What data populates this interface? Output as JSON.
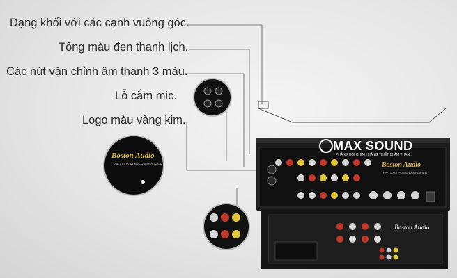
{
  "features": [
    {
      "label": "Dạng khối với các cạnh vuông góc."
    },
    {
      "label": "Tông màu đen thanh lịch."
    },
    {
      "label": "Các nút vặn chỉnh âm thanh 3 màu."
    },
    {
      "label": "Lỗ cắm mic."
    },
    {
      "label": "Logo màu vàng kim."
    }
  ],
  "watermark": {
    "text": "MAX SOUND",
    "subtitle": "PHÂN PHỐI CHÍNH HÃNG THIẾT BỊ ÂM THANH"
  },
  "product": {
    "brand": "Boston Audio",
    "model": "PA-7100S POWER AMPLIFIER"
  },
  "colors": {
    "knob_red": "#c0392b",
    "knob_yellow": "#e3c83a",
    "knob_white": "#e8e8e8",
    "logo_gold": "#d9b24a"
  }
}
